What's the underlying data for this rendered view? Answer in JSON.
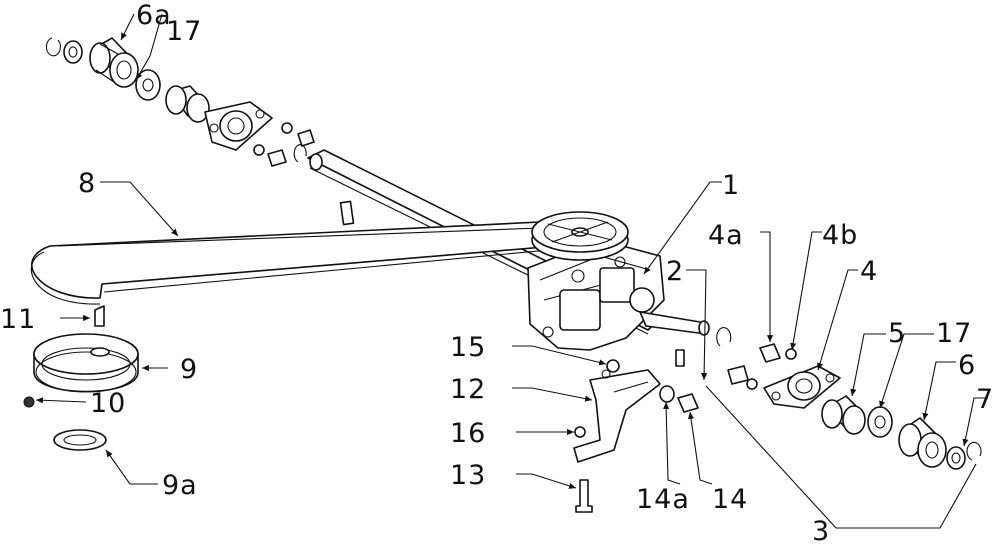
{
  "labels": {
    "l1": "1",
    "l2": "2",
    "l3": "3",
    "l4": "4",
    "l4a": "4a",
    "l4b": "4b",
    "l5": "5",
    "l6": "6",
    "l6a": "6a",
    "l7": "7",
    "l8": "8",
    "l9": "9",
    "l9a": "9a",
    "l10": "10",
    "l11": "11",
    "l12": "12",
    "l13": "13",
    "l14": "14",
    "l14a": "14a",
    "l15": "15",
    "l16": "16",
    "l17a": "17",
    "l17b": "17"
  }
}
